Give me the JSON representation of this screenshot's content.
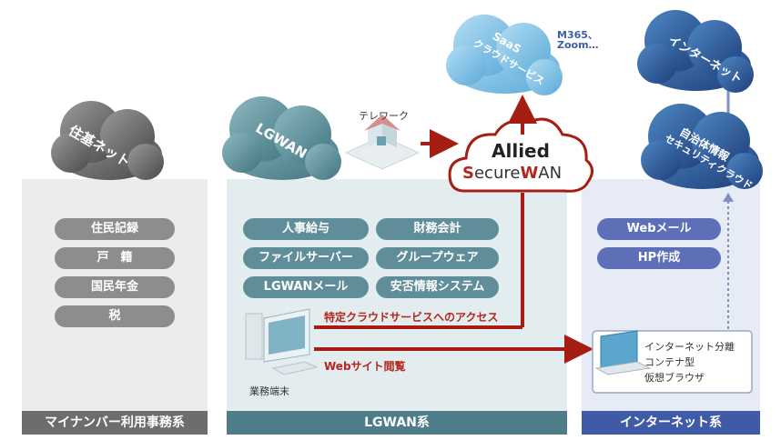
{
  "panels": {
    "mynumber": {
      "footer": "マイナンバー利用事務系",
      "items": [
        "住民記録",
        "戸　籍",
        "国民年金",
        "税"
      ]
    },
    "lgwan": {
      "footer": "LGWAN系",
      "items": [
        "人事給与",
        "財務会計",
        "ファイルサーバー",
        "グループウェア",
        "LGWANメール",
        "安否情報システム"
      ]
    },
    "internet": {
      "footer": "インターネット系",
      "items": [
        "Webメール",
        "HP作成"
      ]
    }
  },
  "clouds": {
    "juki": "住基ネット",
    "lgwan": "LGWAN",
    "saas_line1": "SaaS",
    "saas_line2": "クラウドサービス",
    "internet": "インターネット",
    "security_line1": "自治体情報",
    "security_line2": "セキュリティクラウド"
  },
  "saas_note_line1": "M365、",
  "saas_note_line2": "Zoom…",
  "telework": "テレワーク",
  "allied": {
    "line1": "Allied",
    "line2_s": "S",
    "line2_ecure": "ecure",
    "line2_w": "W",
    "line2_an": "AN"
  },
  "arrows": {
    "cloud_access": "特定クラウドサービスへのアクセス",
    "web_browsing": "Webサイト閲覧"
  },
  "terminal": "業務端末",
  "browser": {
    "line1": "インターネット分離",
    "line2": "コンテナ型",
    "line3": "仮想ブラウザ"
  },
  "colors": {
    "gray": "#8d8d8d",
    "teal": "#5f8e9a",
    "blue": "#5d6fb7",
    "red": "#b3261e",
    "darkred": "#8b1a14"
  }
}
